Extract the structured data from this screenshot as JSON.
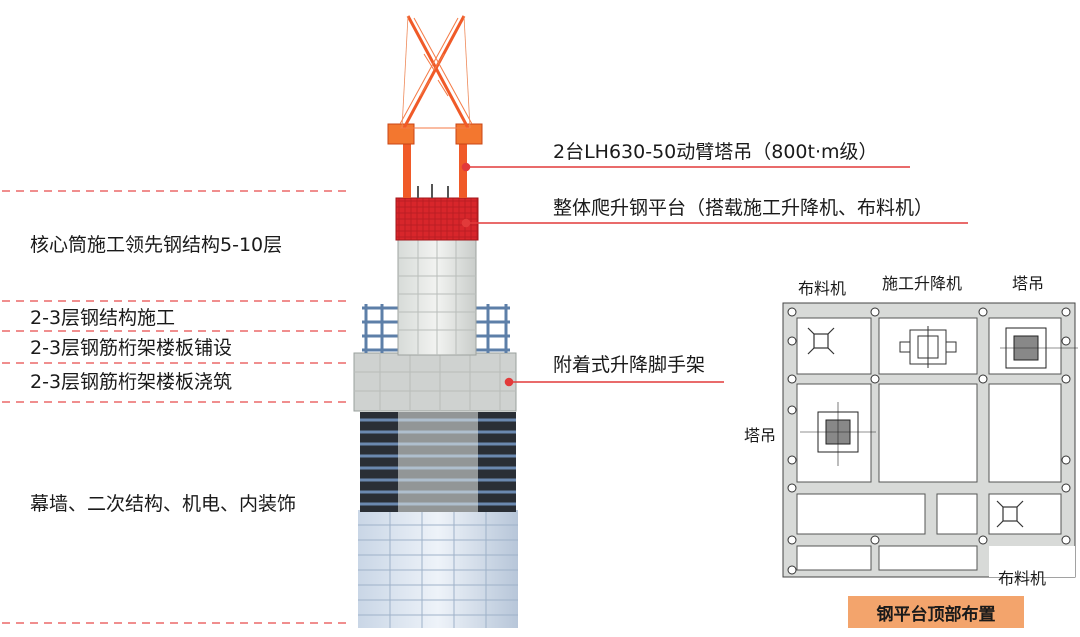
{
  "left_labels": {
    "core_lead": "核心筒施工领先钢结构5-10层",
    "steel_structure": "2-3层钢结构施工",
    "deck_laying": "2-3层钢筋桁架楼板铺设",
    "deck_pouring": "2-3层钢筋桁架楼板浇筑",
    "finishing": "幕墙、二次结构、机电、内装饰"
  },
  "callouts": {
    "crane": "2台LH630-50动臂塔吊（800t·m级）",
    "platform": "整体爬升钢平台（搭载施工升降机、布料机）",
    "scaffold": "附着式升降脚手架"
  },
  "plan": {
    "label_distributor_top": "布料机",
    "label_hoist": "施工升降机",
    "label_crane_top": "塔吊",
    "label_crane_left": "塔吊",
    "label_distributor_bottom": "布料机",
    "caption": "钢平台顶部布置"
  },
  "colors": {
    "dashed_line": "#e84a4a",
    "leader_line": "#e23a3a",
    "crane": "#f05a28",
    "platform": "#d8262b",
    "caption_bg": "#f3a46c",
    "facade_blue": "#5d7fa8"
  },
  "icons": [
    "crane-icon",
    "platform-icon",
    "scaffold-icon",
    "hoist-icon",
    "distributor-icon"
  ]
}
